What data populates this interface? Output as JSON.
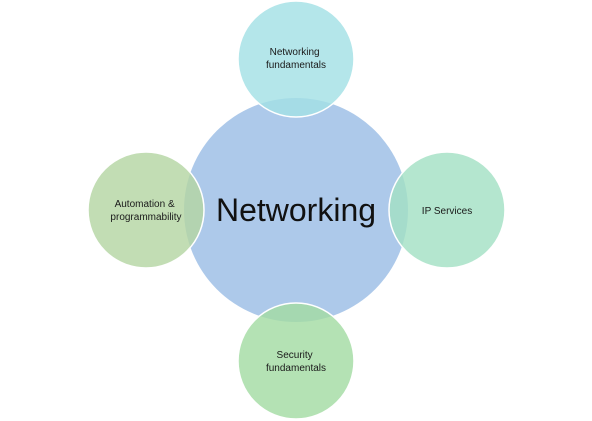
{
  "diagram": {
    "center": {
      "label": "Networking",
      "color": "#A9C6E9"
    },
    "satellites": [
      {
        "id": "networking-fundamentals",
        "lines": [
          "Networking",
          "fundamentals"
        ],
        "color": "#A3E0E5"
      },
      {
        "id": "ip-services",
        "lines": [
          "IP Services"
        ],
        "color": "#A4E1C4"
      },
      {
        "id": "security-fundamentals",
        "lines": [
          "Security",
          "fundamentals"
        ],
        "color": "#A4DCA3"
      },
      {
        "id": "automation-programmability",
        "lines": [
          "Automation &",
          "programmability"
        ],
        "color": "#B4D6A3"
      }
    ]
  }
}
